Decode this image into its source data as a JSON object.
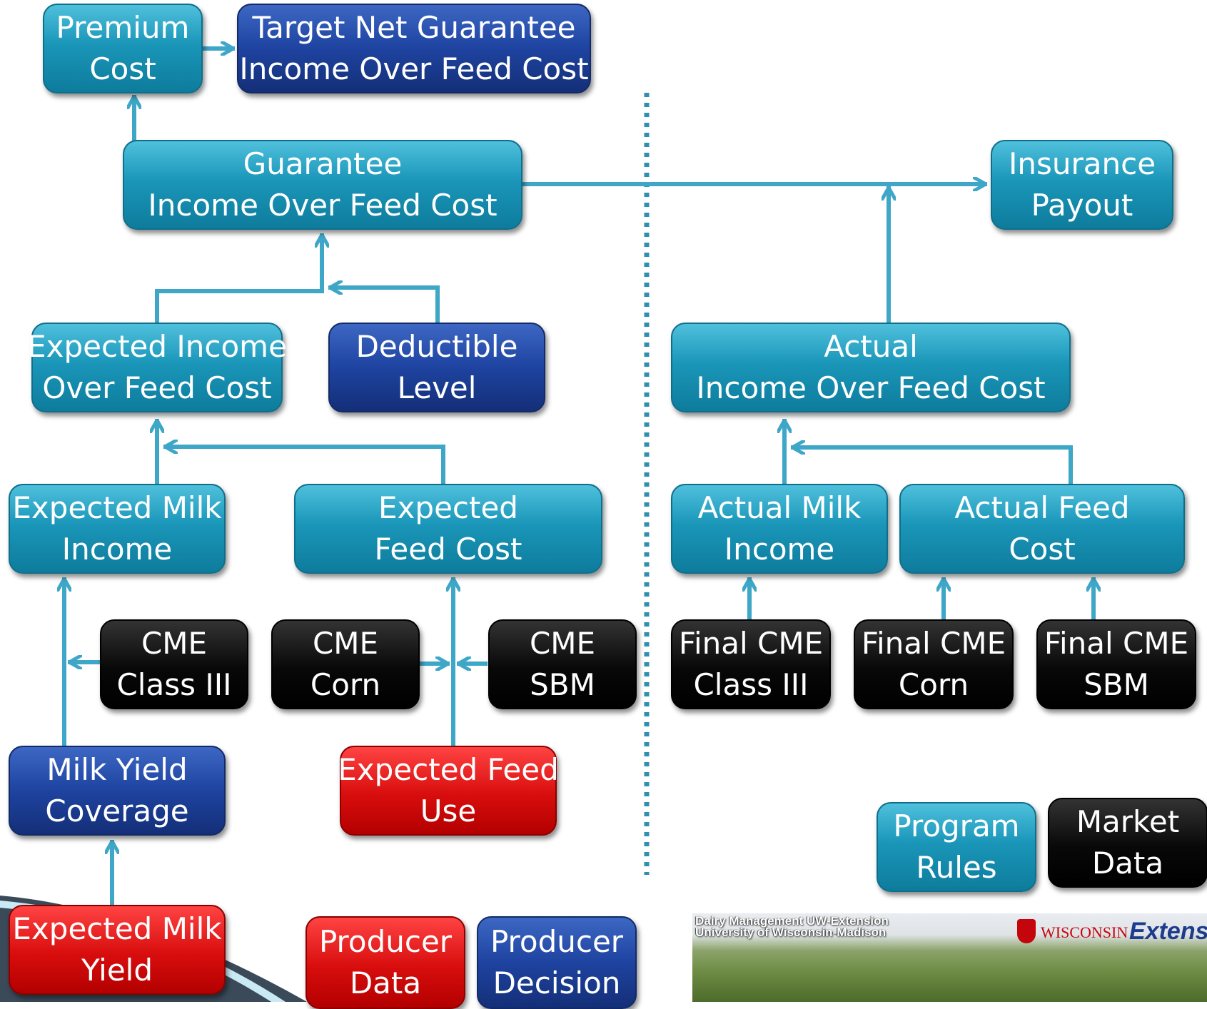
{
  "colors": {
    "program_rules": "#1a96b9",
    "producer_decision": "#1e43a0",
    "market_data": "#000000",
    "producer_data": "#d80d0d",
    "connector": "#3ea6c6"
  },
  "boxes": {
    "premium_cost": [
      "Premium",
      "Cost"
    ],
    "target_net_guarantee": [
      "Target Net Guarantee",
      "Income Over Feed Cost"
    ],
    "guarantee_iofc": [
      "Guarantee",
      "Income Over Feed Cost"
    ],
    "insurance_payout": [
      "Insurance",
      "Payout"
    ],
    "expected_iofc": [
      "Expected Income",
      "Over Feed Cost"
    ],
    "deductible_level": [
      "Deductible",
      "Level"
    ],
    "actual_iofc": [
      "Actual",
      "Income Over Feed Cost"
    ],
    "expected_milk_income": [
      "Expected Milk",
      "Income"
    ],
    "expected_feed_cost": [
      "Expected",
      "Feed Cost"
    ],
    "actual_milk_income": [
      "Actual Milk",
      "Income"
    ],
    "actual_feed_cost": [
      "Actual Feed",
      "Cost"
    ],
    "cme_class3": [
      "CME",
      "Class III"
    ],
    "cme_corn": [
      "CME",
      "Corn"
    ],
    "cme_sbm": [
      "CME",
      "SBM"
    ],
    "final_cme_class3": [
      "Final CME",
      "Class III"
    ],
    "final_cme_corn": [
      "Final CME",
      "Corn"
    ],
    "final_cme_sbm": [
      "Final CME",
      "SBM"
    ],
    "milk_yield_coverage": [
      "Milk Yield",
      "Coverage"
    ],
    "expected_feed_use": [
      "Expected Feed",
      "Use"
    ],
    "expected_milk_yield": [
      "Expected Milk",
      "Yield"
    ]
  },
  "legend": {
    "program_rules": [
      "Program",
      "Rules"
    ],
    "market_data": [
      "Market",
      "Data"
    ],
    "producer_data": [
      "Producer",
      "Data"
    ],
    "producer_decision": [
      "Producer",
      "Decision"
    ]
  },
  "banner": {
    "line1": "Dairy Management UW-Extension",
    "line2": "University of Wisconsin-Madison",
    "university": "WISCONSIN",
    "extension": "Extensi"
  }
}
